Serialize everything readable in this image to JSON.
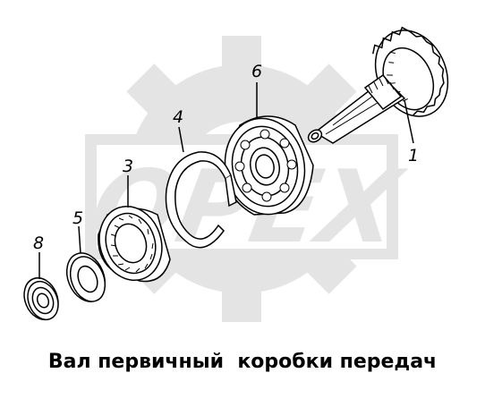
{
  "caption": "Вал первичный  коробки передач",
  "watermark": {
    "text": "OPEX",
    "color": "#e4e4e4"
  },
  "callouts": [
    "1",
    "3",
    "4",
    "5",
    "6",
    "8"
  ],
  "colors": {
    "line": "#000000",
    "background": "#ffffff"
  }
}
